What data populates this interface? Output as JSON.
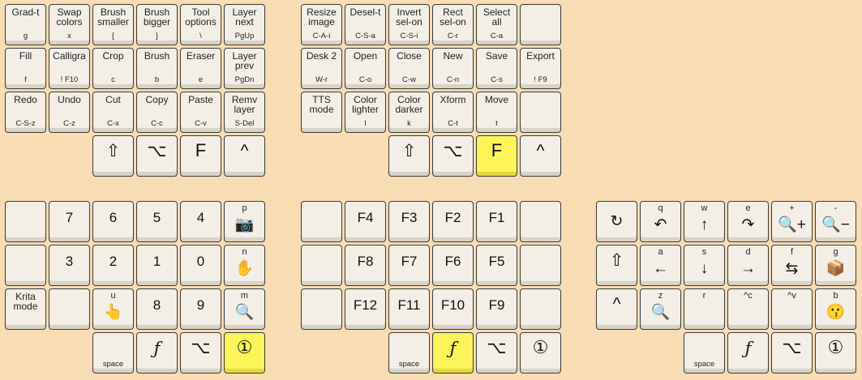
{
  "top_left": [
    {
      "label": "Grad-t",
      "sub": "g"
    },
    {
      "label": "Swap\ncolors",
      "sub": "x"
    },
    {
      "label": "Brush\nsmaller",
      "sub": "["
    },
    {
      "label": "Brush\nbigger",
      "sub": "]"
    },
    {
      "label": "Tool\noptions",
      "sub": "\\"
    },
    {
      "label": "Layer\nnext",
      "sub": "PgUp"
    },
    {
      "label": "Fill",
      "sub": "f"
    },
    {
      "label": "Calligra",
      "sub": "! F10"
    },
    {
      "label": "Crop",
      "sub": "c"
    },
    {
      "label": "Brush",
      "sub": "b"
    },
    {
      "label": "Eraser",
      "sub": "e"
    },
    {
      "label": "Layer\nprev",
      "sub": "PgDn"
    },
    {
      "label": "Redo",
      "sub": "C-S-z"
    },
    {
      "label": "Undo",
      "sub": "C-z"
    },
    {
      "label": "Cut",
      "sub": "C-x"
    },
    {
      "label": "Copy",
      "sub": "C-c"
    },
    {
      "label": "Paste",
      "sub": "C-v"
    },
    {
      "label": "Remv\nlayer",
      "sub": "S-Del"
    }
  ],
  "top_left_thumbs": [
    "⇧",
    "⌥",
    "F",
    "^"
  ],
  "top_right": [
    {
      "label": "Resize\nimage",
      "sub": "C-A-i"
    },
    {
      "label": "Desel-t",
      "sub": "C-S-a"
    },
    {
      "label": "Invert\nsel-on",
      "sub": "C-S-i"
    },
    {
      "label": "Rect\nsel-on",
      "sub": "C-r"
    },
    {
      "label": "Select\nall",
      "sub": "C-a"
    },
    {
      "label": "",
      "sub": ""
    },
    {
      "label": "Desk 2",
      "sub": "W-r"
    },
    {
      "label": "Open",
      "sub": "C-o"
    },
    {
      "label": "Close",
      "sub": "C-w"
    },
    {
      "label": "New",
      "sub": "C-n"
    },
    {
      "label": "Save",
      "sub": "C-s"
    },
    {
      "label": "Export",
      "sub": "! F9"
    },
    {
      "label": "TTS\nmode",
      "sub": ""
    },
    {
      "label": "Color\nlighter",
      "sub": "l"
    },
    {
      "label": "Color\ndarker",
      "sub": "k"
    },
    {
      "label": "Xform",
      "sub": "C-t"
    },
    {
      "label": "Move",
      "sub": "t"
    },
    {
      "label": "",
      "sub": ""
    }
  ],
  "top_right_thumbs": [
    "⇧",
    "⌥",
    "F",
    "^"
  ],
  "bottom_left": [
    {
      "big": ""
    },
    {
      "big": "7"
    },
    {
      "big": "6"
    },
    {
      "big": "5"
    },
    {
      "big": "4"
    },
    {
      "top": "p",
      "icon": "📷"
    },
    {
      "big": ""
    },
    {
      "big": "3"
    },
    {
      "big": "2"
    },
    {
      "big": "1"
    },
    {
      "big": "0"
    },
    {
      "top": "n",
      "icon": "✋"
    },
    {
      "label": "Krita\nmode"
    },
    {
      "big": ""
    },
    {
      "top": "u",
      "icon": "👆"
    },
    {
      "big": "8"
    },
    {
      "big": "9"
    },
    {
      "top": "m",
      "icon": "🔍"
    }
  ],
  "bottom_left_thumbs": [
    {
      "big": "",
      "sub": "space"
    },
    {
      "big": "ƒ"
    },
    {
      "big": "⌥"
    },
    {
      "big": "①"
    }
  ],
  "bottom_mid": [
    {
      "big": ""
    },
    {
      "big": "F4"
    },
    {
      "big": "F3"
    },
    {
      "big": "F2"
    },
    {
      "big": "F1"
    },
    {
      "big": ""
    },
    {
      "big": ""
    },
    {
      "big": "F8"
    },
    {
      "big": "F7"
    },
    {
      "big": "F6"
    },
    {
      "big": "F5"
    },
    {
      "big": ""
    },
    {
      "big": ""
    },
    {
      "big": "F12"
    },
    {
      "big": "F11"
    },
    {
      "big": "F10"
    },
    {
      "big": "F9"
    },
    {
      "big": ""
    }
  ],
  "bottom_mid_thumbs": [
    {
      "big": "",
      "sub": "space"
    },
    {
      "big": "ƒ"
    },
    {
      "big": "⌥"
    },
    {
      "big": "①"
    }
  ],
  "bottom_right": [
    {
      "icon": "↻"
    },
    {
      "top": "q",
      "icon": "↶"
    },
    {
      "top": "w",
      "icon": "↑"
    },
    {
      "top": "e",
      "icon": "↷"
    },
    {
      "top": "+",
      "icon": "🔍+"
    },
    {
      "top": "-",
      "icon": "🔍−"
    },
    {
      "big": "⇧"
    },
    {
      "top": "a",
      "icon": "←"
    },
    {
      "top": "s",
      "icon": "↓"
    },
    {
      "top": "d",
      "icon": "→"
    },
    {
      "top": "f",
      "icon": "⇆"
    },
    {
      "top": "g",
      "icon": "📦"
    },
    {
      "big": "^"
    },
    {
      "top": "z",
      "icon": "🔍"
    },
    {
      "top": "r",
      "icon": ""
    },
    {
      "top": "^c",
      "icon": ""
    },
    {
      "top": "^v",
      "icon": ""
    },
    {
      "top": "b",
      "icon": "😗"
    }
  ],
  "bottom_right_thumbs": [
    {
      "big": "",
      "sub": "space"
    },
    {
      "big": "ƒ"
    },
    {
      "big": "⌥"
    },
    {
      "big": "①"
    }
  ],
  "colors": {
    "background": "#f8dcb4",
    "key": "#f3efe6",
    "highlight": "#fbf55a"
  }
}
